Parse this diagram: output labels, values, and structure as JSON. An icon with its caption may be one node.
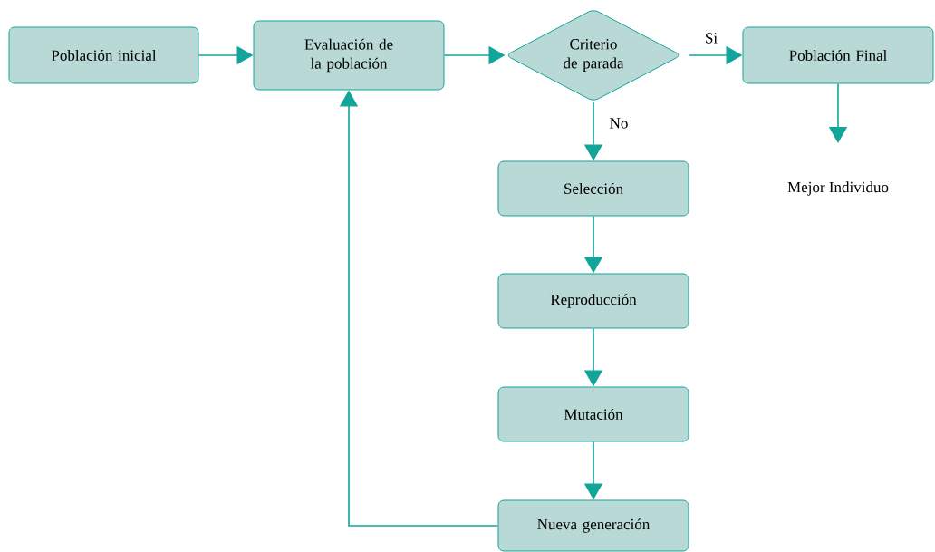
{
  "diagram": {
    "nodes": [
      {
        "text": [
          "Población inicial"
        ]
      },
      {
        "text": [
          "Evaluación de la población"
        ]
      },
      {
        "text": [
          "Criterio de parada"
        ]
      },
      {
        "text": [
          "Población Final"
        ]
      },
      {
        "text": [
          "Selección"
        ]
      },
      {
        "text": [
          "Reproducción"
        ]
      },
      {
        "text": [
          "Mutación"
        ]
      },
      {
        "text": [
          "Nueva generación"
        ]
      },
      {
        "text": [
          "Mejor Individuo"
        ]
      }
    ],
    "edges": [
      {
        "from": 0,
        "to": 1,
        "arrow": "to"
      },
      {
        "from": 1,
        "to": 2,
        "arrow": "to"
      },
      {
        "from": 2,
        "to": 3,
        "arrow": "to",
        "label": "Si"
      },
      {
        "from": 2,
        "to": 4,
        "arrow": "to",
        "label": "No"
      },
      {
        "from": 3,
        "to": 8,
        "arrow": "to"
      },
      {
        "from": 4,
        "to": 5,
        "arrow": "to"
      },
      {
        "from": 5,
        "to": 6,
        "arrow": "to"
      },
      {
        "from": 6,
        "to": 7,
        "arrow": "to"
      },
      {
        "from": 7,
        "to": 1,
        "arrow": "to"
      }
    ]
  }
}
